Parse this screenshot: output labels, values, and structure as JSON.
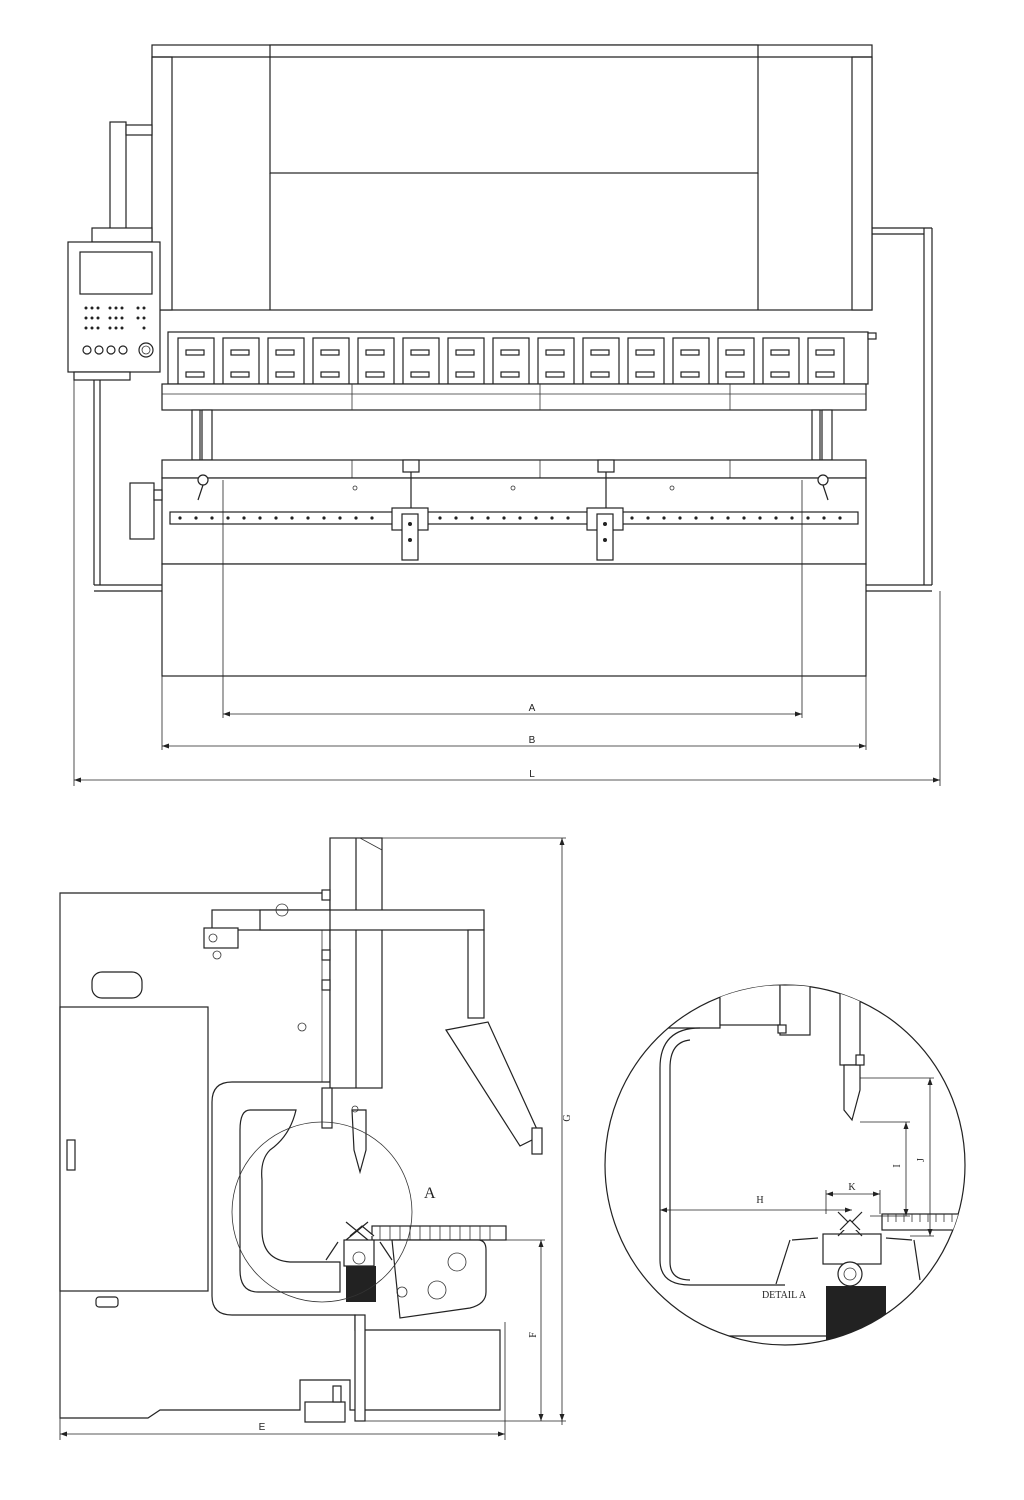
{
  "labels": {
    "A": "A",
    "B": "B",
    "L": "L",
    "E": "E",
    "F": "F",
    "G": "G",
    "H": "H",
    "I": "I",
    "J": "J",
    "K": "K",
    "detail_callout": "A",
    "detail_title": "DETAIL A"
  }
}
